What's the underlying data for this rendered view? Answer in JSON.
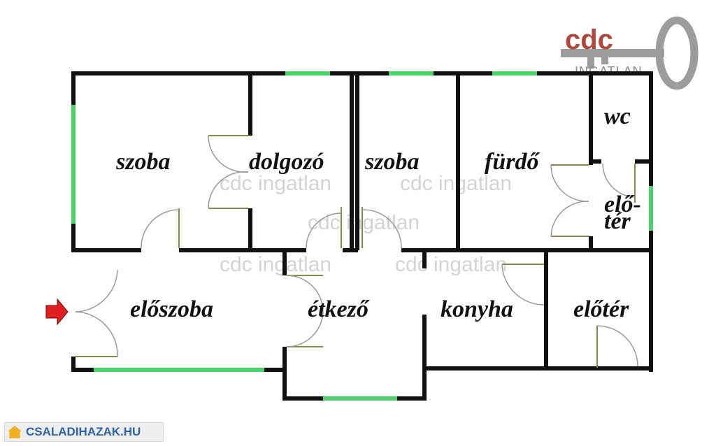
{
  "logo": {
    "brand": "cdc",
    "sub": "INGATLAN",
    "accent": "#b0483c",
    "key_color": "#9c9c9c"
  },
  "watermark": "cdc ingatlan",
  "rooms": {
    "szoba1": "szoba",
    "dolgozo": "dolgozó",
    "szoba2": "szoba",
    "furdo": "fürdő",
    "wc": "wc",
    "eloter_small_1": "elő-",
    "eloter_small_2": "tér",
    "eloszoba": "előszoba",
    "etkezo": "étkező",
    "konyha": "konyha",
    "eloter": "előtér"
  },
  "entrance": {
    "icon": "entrance-arrow-icon",
    "color": "#e02020"
  },
  "colors": {
    "wall": "#111111",
    "window": "#4cd26a",
    "door": "#9a9a9a"
  },
  "footer": {
    "site": "CSALADIHAZAK.HU",
    "icon": "house-icon"
  }
}
